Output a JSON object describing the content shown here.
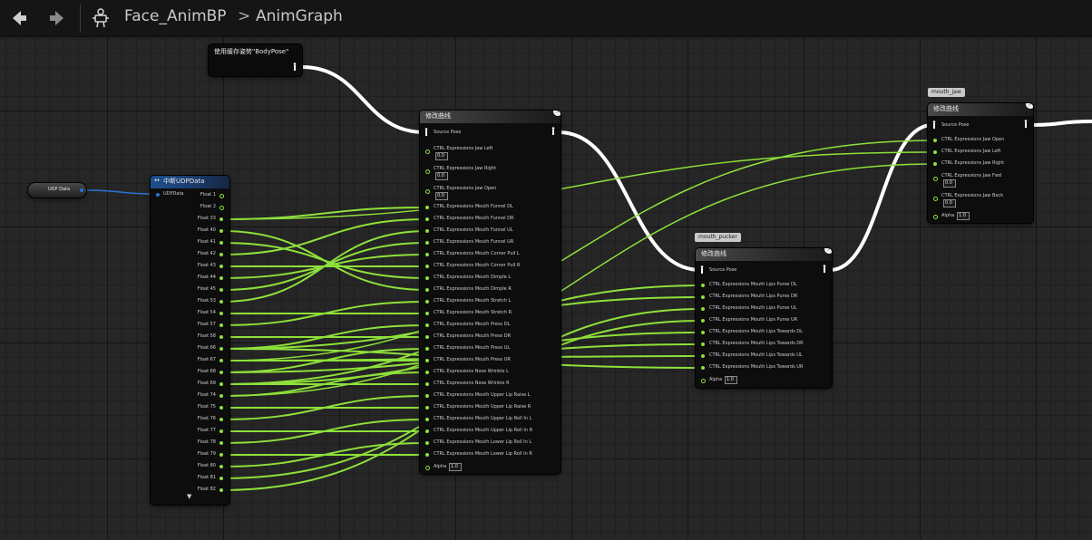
{
  "toolbar": {
    "back_icon": "back-arrow-icon",
    "forward_icon": "forward-arrow-icon",
    "blueprint_icon": "anim-blueprint-icon",
    "crumb1": "Face_AnimBP",
    "crumb_sep": ">",
    "crumb2": "AnimGraph"
  },
  "cached_pose": {
    "title": "使用缓存姿势\"BodyPose\""
  },
  "udp_data_var": {
    "label": "UDP Data"
  },
  "break_node": {
    "title": "中断UDPData",
    "input": "UDPData",
    "outputs": [
      "Float 1",
      "Float 2",
      "Float 33",
      "Float 40",
      "Float 41",
      "Float 42",
      "Float 43",
      "Float 44",
      "Float 45",
      "Float 53",
      "Float 54",
      "Float 57",
      "Float 58",
      "Float 66",
      "Float 67",
      "Float 68",
      "Float 69",
      "Float 74",
      "Float 75",
      "Float 76",
      "Float 77",
      "Float 78",
      "Float 79",
      "Float 80",
      "Float 81",
      "Float 82"
    ],
    "expand_icon": "expand-arrow-icon"
  },
  "modify_main": {
    "title": "修改曲线",
    "source_pose": "Source Pose",
    "defaults": [
      {
        "label": "CTRL Expressions Jaw Left",
        "value": "0.0"
      },
      {
        "label": "CTRL Expressions Jaw Right",
        "value": "0.0"
      },
      {
        "label": "CTRL Expressions Jaw Open",
        "value": "0.0"
      }
    ],
    "pins": [
      "CTRL Expressions Mouth Funnel DL",
      "CTRL Expressions Mouth Funnel DR",
      "CTRL Expressions Mouth Funnel UL",
      "CTRL Expressions Mouth Funnel UR",
      "CTRL Expressions Mouth Corner Pull L",
      "CTRL Expressions Mouth Corner Pull R",
      "CTRL Expressions Mouth Dimple L",
      "CTRL Expressions Mouth Dimple R",
      "CTRL Expressions Mouth Stretch L",
      "CTRL Expressions Mouth Stretch R",
      "CTRL Expressions Mouth Press DL",
      "CTRL Expressions Mouth Press DR",
      "CTRL Expressions Mouth Press UL",
      "CTRL Expressions Mouth Press UR",
      "CTRL Expressions Nose Wrinkle L",
      "CTRL Expressions Nose Wrinkle R",
      "CTRL Expressions Mouth Upper Lip Raise L",
      "CTRL Expressions Mouth Upper Lip Raise R",
      "CTRL Expressions Mouth Upper Lip Roll In L",
      "CTRL Expressions Mouth Upper Lip Roll In R",
      "CTRL Expressions Mouth Lower Lip Roll In L",
      "CTRL Expressions Mouth Lower Lip Roll In R"
    ],
    "alpha_label": "Alpha",
    "alpha_value": "1.0"
  },
  "modify_pucker": {
    "tag": "mouth_pucker",
    "title": "修改曲线",
    "source_pose": "Source Pose",
    "pins": [
      "CTRL Expressions Mouth Lips Purse DL",
      "CTRL Expressions Mouth Lips Purse DR",
      "CTRL Expressions Mouth Lips Purse UL",
      "CTRL Expressions Mouth Lips Purse UR",
      "CTRL Expressions Mouth Lips Towards DL",
      "CTRL Expressions Mouth Lips Towards DR",
      "CTRL Expressions Mouth Lips Towards UL",
      "CTRL Expressions Mouth Lips Towards UR"
    ],
    "alpha_label": "Alpha",
    "alpha_value": "1.0"
  },
  "modify_jaw": {
    "tag": "mouth_jaw",
    "title": "修改曲线",
    "source_pose": "Source Pose",
    "pins": [
      "CTRL Expressions Jaw Open",
      "CTRL Expressions Jaw Left",
      "CTRL Expressions Jaw Right"
    ],
    "defaults": [
      {
        "label": "CTRL Expressions Jaw Fwd",
        "value": "0.0"
      },
      {
        "label": "CTRL Expressions Jaw Back",
        "value": "0.0"
      }
    ],
    "alpha_label": "Alpha",
    "alpha_value": "1.0"
  },
  "colors": {
    "exec_wire": "#ffffff",
    "float_wire": "#8ee13a",
    "struct_wire": "#2a73d8",
    "background": "#262626"
  }
}
